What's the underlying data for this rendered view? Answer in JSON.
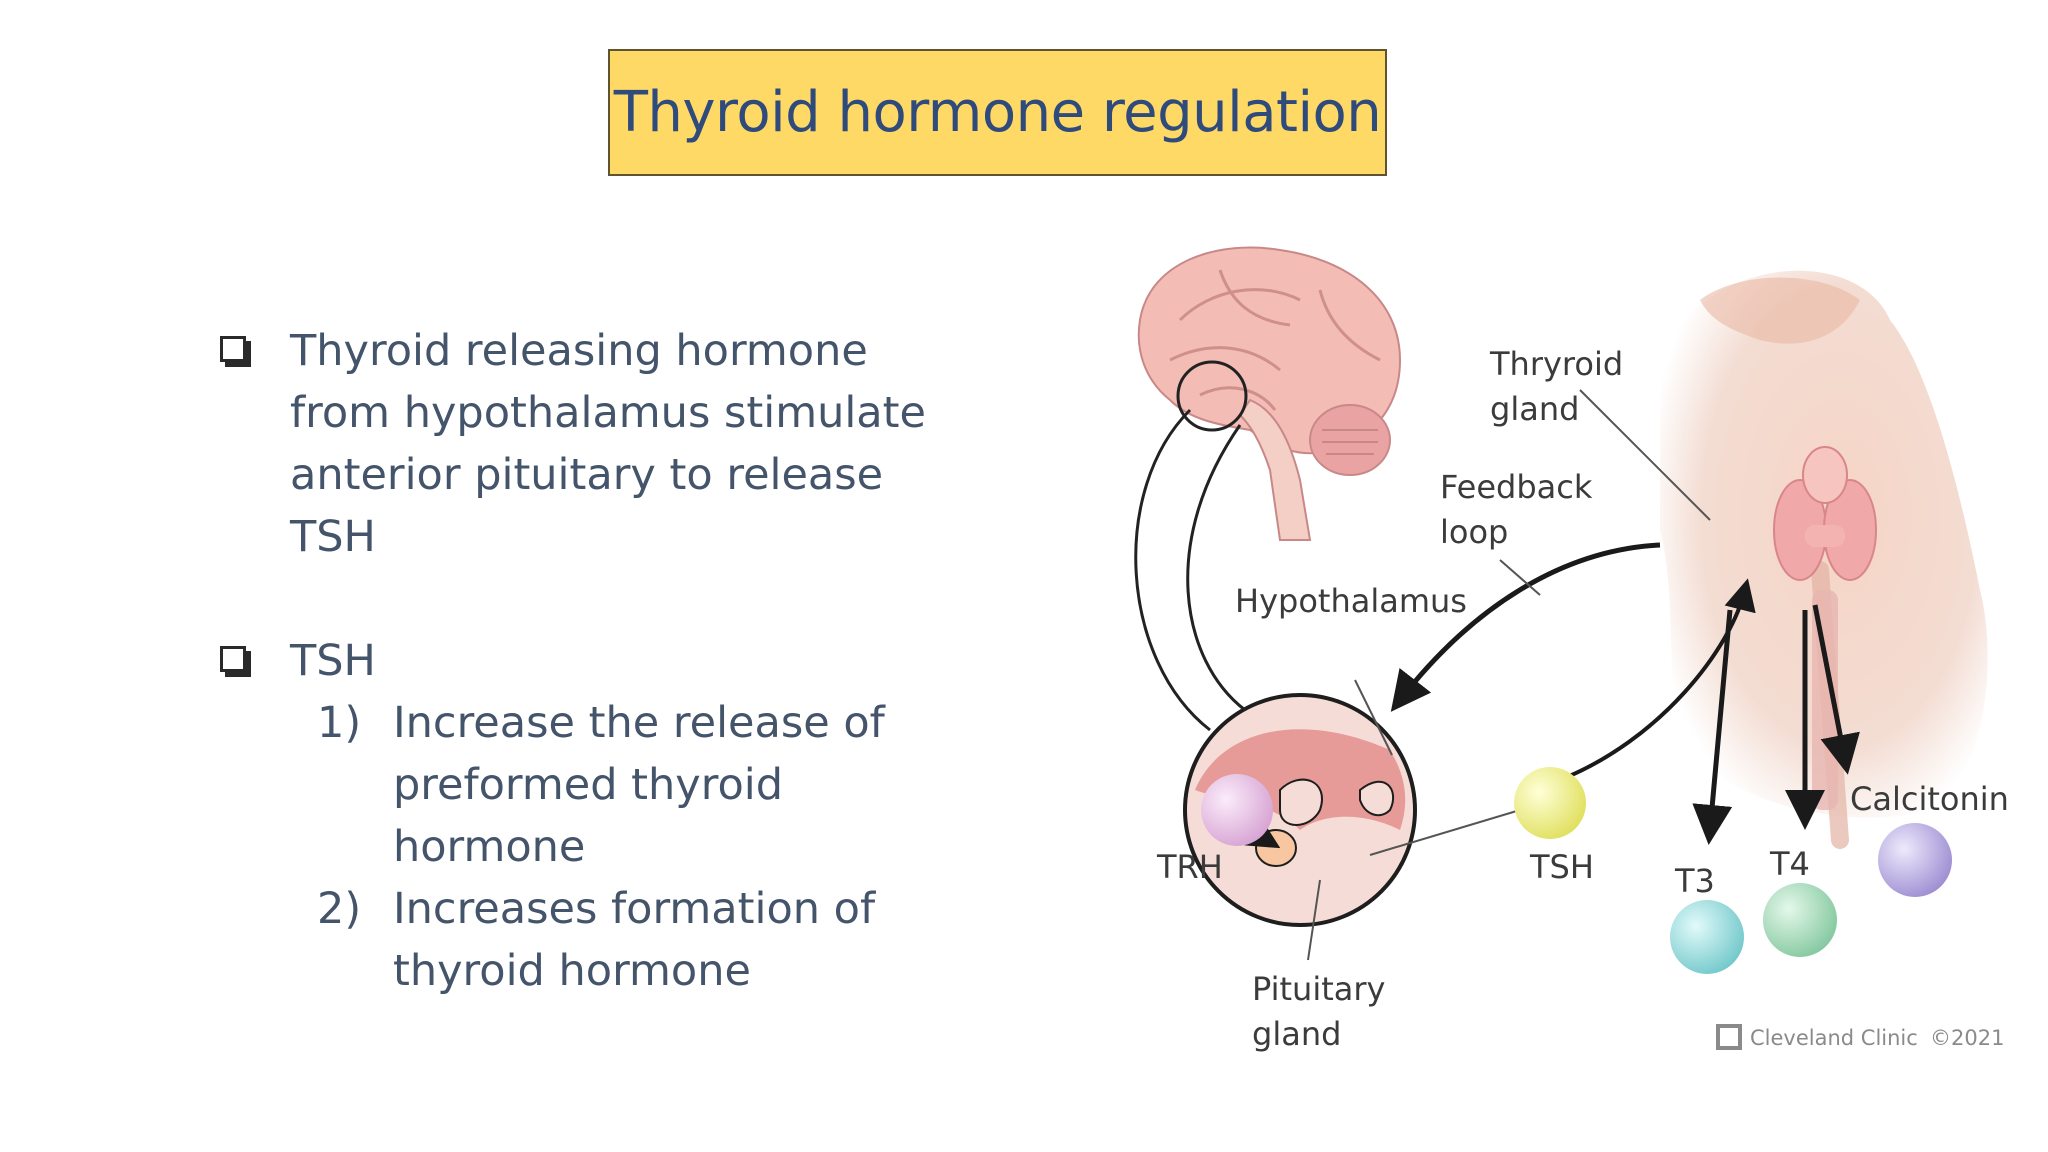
{
  "slide": {
    "title": "Thyroid hormone regulation",
    "bullets": {
      "first": "Thyroid releasing hormone from hypothalamus stimulate anterior pituitary to release TSH",
      "second": "TSH",
      "sub_items": [
        {
          "number": "1)",
          "text": "Increase the release of preformed thyroid hormone"
        },
        {
          "number": "2)",
          "text": "Increases formation of thyroid hormone"
        }
      ]
    }
  },
  "diagram": {
    "labels": {
      "thyroid_line1": "Thryroid",
      "thyroid_line2": "gland",
      "feedback_line1": "Feedback",
      "feedback_line2": "loop",
      "hypothalamus": "Hypothalamus",
      "trh": "TRH",
      "tsh": "TSH",
      "pituitary_line1": "Pituitary",
      "pituitary_line2": "gland",
      "t3": "T3",
      "t4": "T4",
      "calcitonin": "Calcitonin",
      "credit": "Cleveland Clinic",
      "year": "©2021"
    },
    "colors": {
      "trh_ball": "#e3b8e0",
      "tsh_ball": "#eeee88",
      "t3_ball": "#8fd8d8",
      "t4_ball": "#9ed8b4",
      "calcitonin_ball": "#b7a8e0",
      "tissue": "#f2b9b4",
      "skin": "#f6d8cc"
    }
  }
}
